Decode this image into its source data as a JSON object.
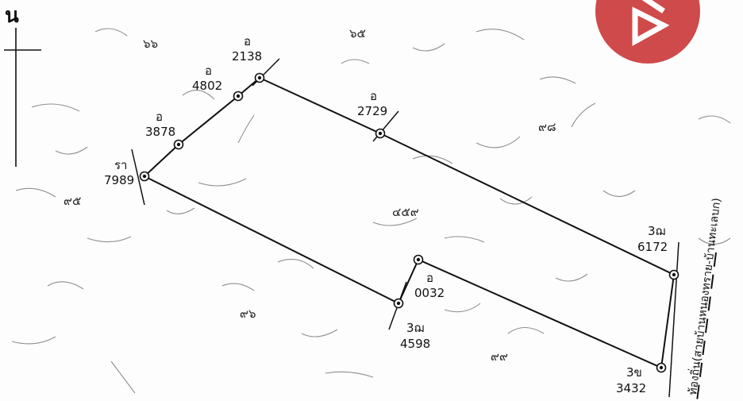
{
  "compass": {
    "label": "น"
  },
  "parcel_numbers": {
    "center": "๔๕๙",
    "n_top_left": "๖๖",
    "n_top_mid": "๖๕",
    "right": "๙๘",
    "left": "๙๕",
    "bottom_left": "๙๖",
    "bottom_right": "๙๙"
  },
  "markers": [
    {
      "code": "รา",
      "number": "7989"
    },
    {
      "code": "อ",
      "number": "3878"
    },
    {
      "code": "อ",
      "number": "4802"
    },
    {
      "code": "อ",
      "number": "2138"
    },
    {
      "code": "อ",
      "number": "2729"
    },
    {
      "code": "3ฌ",
      "number": "6172"
    },
    {
      "code": "3ข",
      "number": "3432"
    },
    {
      "code": "อ",
      "number": "0032"
    },
    {
      "code": "3ฌ",
      "number": "4598"
    }
  ],
  "road_label": "ท้องถิ่น(สายบ้านหนองทราย-บ้านทะเลบก)",
  "logo": {
    "color": "#cf4a4a"
  }
}
